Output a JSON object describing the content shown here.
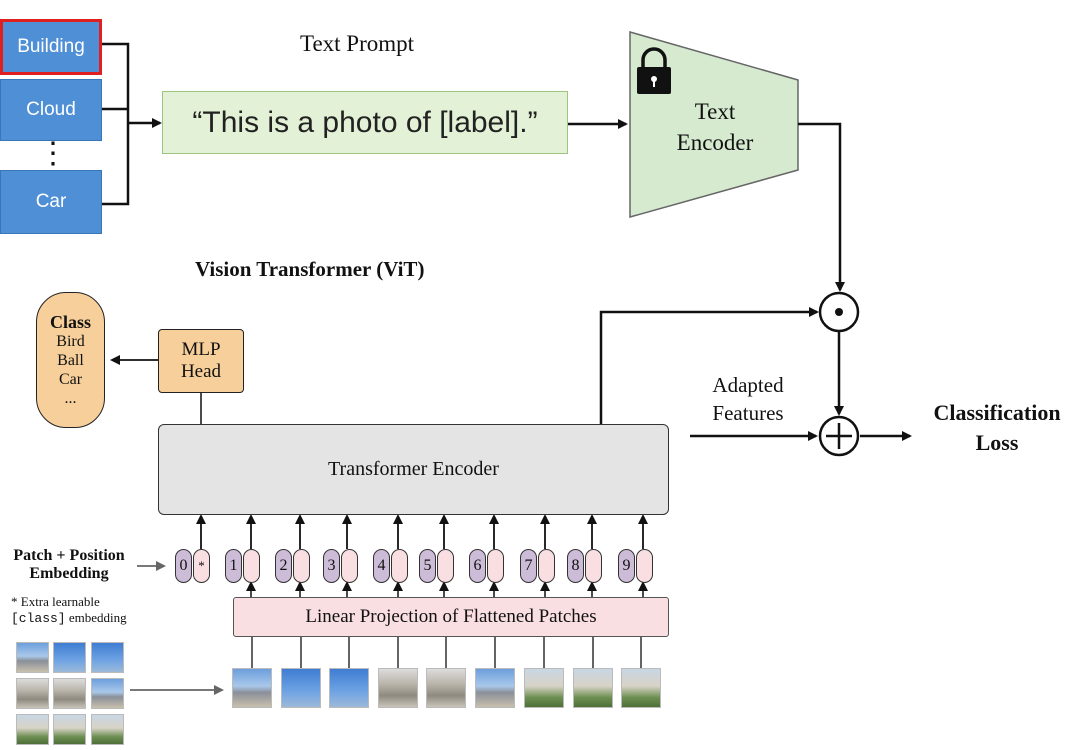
{
  "labels": {
    "items": [
      "Building",
      "Cloud",
      "Car"
    ],
    "selected": "Building",
    "ellipsis": "⋮"
  },
  "text_prompt": {
    "title": "Text Prompt",
    "template": "“This is a photo of [label].”"
  },
  "text_encoder": {
    "line1": "Text",
    "line2": "Encoder",
    "frozen_icon": "lock-icon"
  },
  "vit": {
    "title": "Vision Transformer (ViT)",
    "class_output": {
      "heading": "Class",
      "items": [
        "Bird",
        "Ball",
        "Car",
        "..."
      ]
    },
    "mlp_head": {
      "line1": "MLP",
      "line2": "Head"
    },
    "transformer_encoder": "Transformer Encoder",
    "patch_embedding_label": {
      "line1": "Patch + Position",
      "line2": "Embedding"
    },
    "extra_note": {
      "line1": "* Extra learnable",
      "code": "[class]",
      "line2_rest": " embedding"
    },
    "tokens": [
      "0",
      "1",
      "2",
      "3",
      "4",
      "5",
      "6",
      "7",
      "8",
      "9"
    ],
    "class_token_marker": "*",
    "linear_projection": "Linear Projection of Flattened Patches"
  },
  "fusion": {
    "dot_operator": "⊙",
    "plus_operator": "⊕",
    "adapted_features": {
      "line1": "Adapted",
      "line2": "Features"
    },
    "loss": {
      "line1": "Classification",
      "line2": "Loss"
    }
  },
  "colors": {
    "label_blue": "#4f8fd6",
    "selected_outline": "#e02020",
    "prompt_green": "#e3f1d6",
    "encoder_green": "#d6ead0",
    "orange": "#f7cf9b",
    "pink": "#f9dfe2",
    "purple": "#cdbcd8"
  }
}
